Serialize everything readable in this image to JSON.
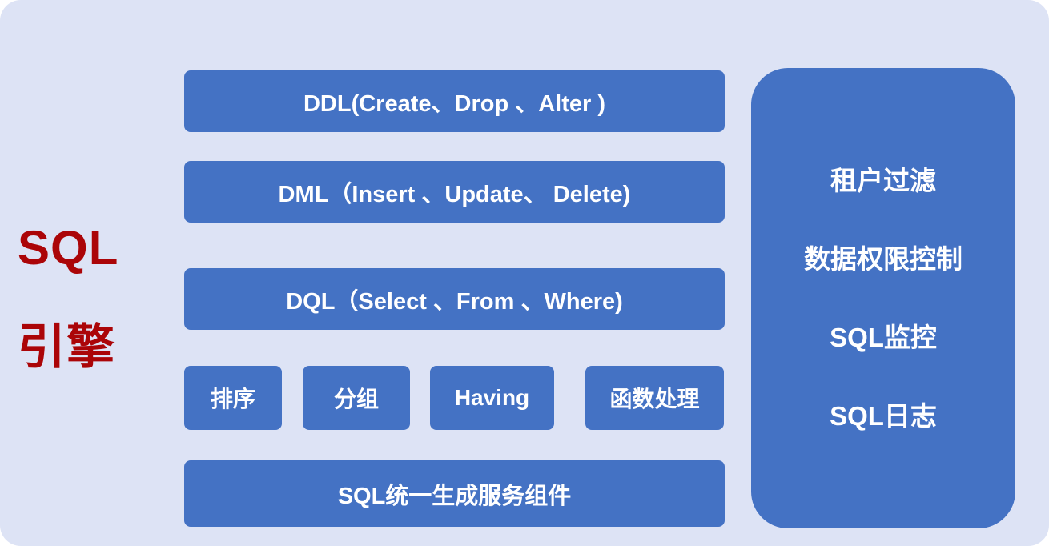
{
  "title": {
    "line1": "SQL",
    "line2": "引擎"
  },
  "middle": {
    "boxes": [
      {
        "label": "DDL(Create、Drop 、Alter )"
      },
      {
        "label": "DML（Insert 、Update、 Delete)"
      },
      {
        "label": "DQL（Select 、From 、Where)"
      }
    ],
    "small_boxes": [
      {
        "label": "排序"
      },
      {
        "label": "分组"
      },
      {
        "label": "Having"
      },
      {
        "label": "函数处理"
      }
    ],
    "bottom_box": {
      "label": "SQL统一生成服务组件"
    }
  },
  "right_panel": {
    "items": [
      {
        "label": "租户过滤"
      },
      {
        "label": "数据权限控制"
      },
      {
        "label": "SQL监控"
      },
      {
        "label": "SQL日志"
      }
    ]
  },
  "colors": {
    "background": "#dde3f5",
    "box_blue": "#4472c4",
    "title_red": "#ab0508",
    "box_text": "#ffffff"
  }
}
